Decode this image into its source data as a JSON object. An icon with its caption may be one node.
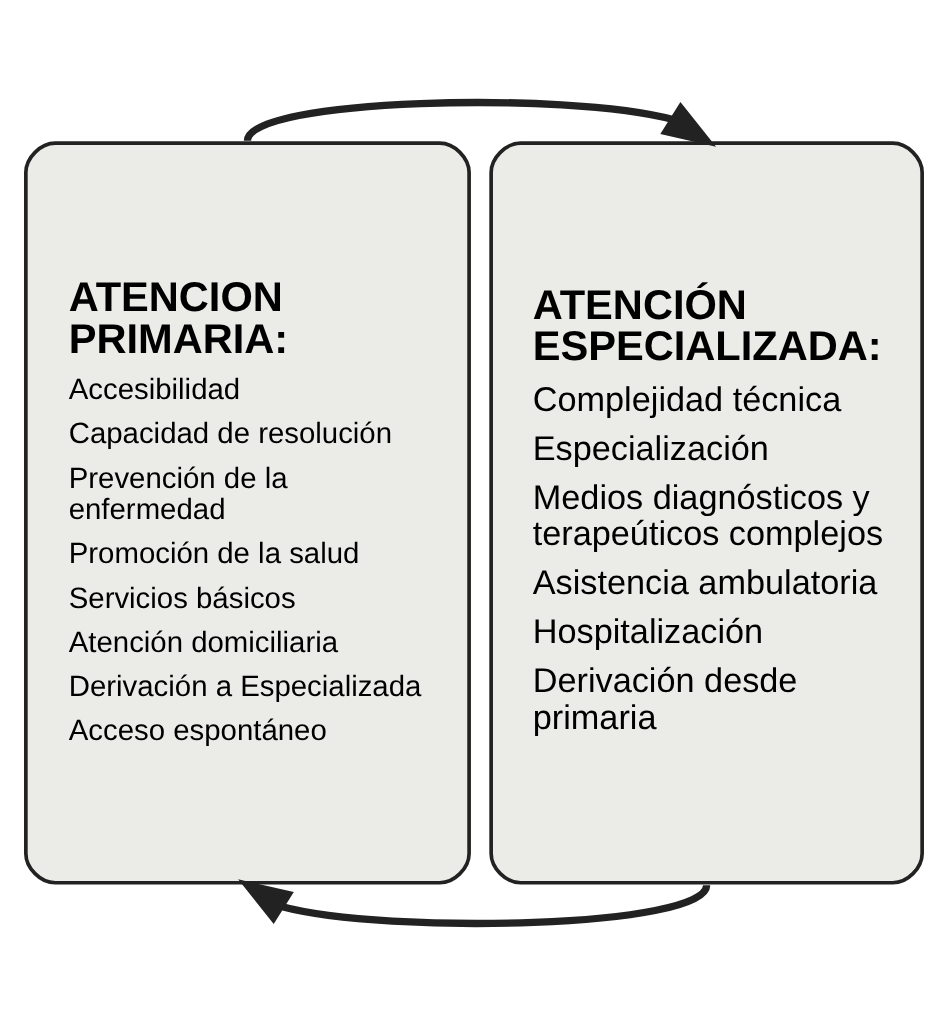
{
  "diagram": {
    "nodes": [
      {
        "text": [
          "ATENCION PRIMARIA:",
          "Accesibilidad",
          "Capacidad de resolución",
          "Prevención de la enfermedad",
          "Promoción de la salud",
          "Servicios básicos",
          "Atención domiciliaria",
          "Derivación a Especializada",
          "Acceso espontáneo"
        ]
      },
      {
        "text": [
          "ATENCIÓN ESPECIALIZADA:",
          "Complejidad técnica",
          "Especialización",
          "Medios diagnósticos y terapeúticos complejos",
          "Asistencia ambulatoria",
          "Hospitalización",
          "Derivación desde primaria"
        ]
      }
    ],
    "edges": [
      {
        "from": 0,
        "to": 1,
        "arrow": "to"
      },
      {
        "from": 1,
        "to": 0,
        "arrow": "to"
      }
    ]
  }
}
